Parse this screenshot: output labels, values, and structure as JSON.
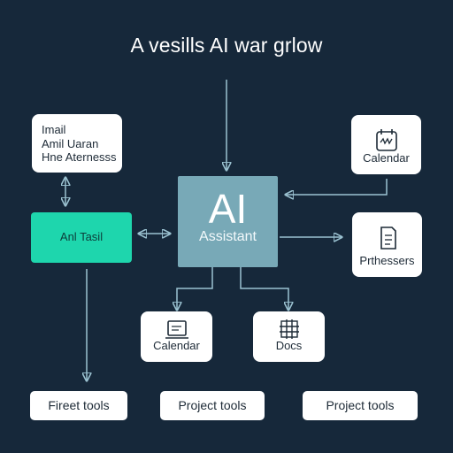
{
  "title": "A vesills AI war grlow",
  "nodes": {
    "top_left_lines": [
      "Imail",
      "Amil Uaran",
      "Hne Aternesss"
    ],
    "green_box": "Anl Tasil",
    "ai_main": "AI",
    "ai_sub": "Assistant",
    "calendar_top": "Calendar",
    "processors": "Prthessers",
    "calendar_bottom": "Calendar",
    "docs": "Docs",
    "tool_1": "Fireet tools",
    "tool_2": "Project tools",
    "tool_3": "Project tools"
  },
  "icons": {
    "calendar_top_icon": "calendar-icon",
    "processors_icon": "document-icon",
    "calendar_bottom_icon": "laptop-icon",
    "docs_icon": "grid-icon"
  },
  "colors": {
    "background": "#16283a",
    "green": "#1ed6ad",
    "ai_box": "#78a9b7",
    "connector": "#9bc2d1"
  }
}
